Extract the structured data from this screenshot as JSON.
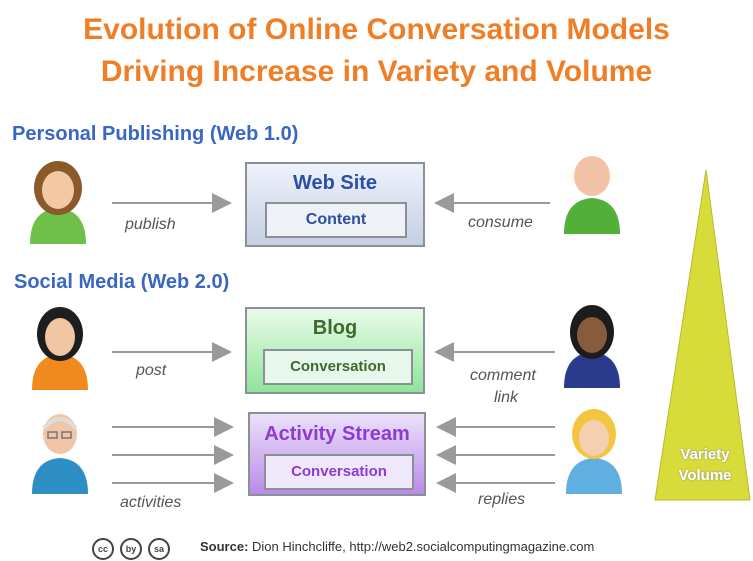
{
  "title": {
    "line1": "Evolution of Online Conversation Models",
    "line2": "Driving Increase in Variety and Volume"
  },
  "sections": {
    "web1": "Personal Publishing (Web 1.0)",
    "web2": "Social Media (Web 2.0)"
  },
  "boxes": {
    "website": {
      "title": "Web Site",
      "inner": "Content"
    },
    "blog": {
      "title": "Blog",
      "inner": "Conversation"
    },
    "stream": {
      "title": "Activity Stream",
      "inner": "Conversation"
    }
  },
  "labels": {
    "publish": "publish",
    "consume": "consume",
    "post": "post",
    "comment": "comment",
    "link": "link",
    "activities": "activities",
    "replies": "replies"
  },
  "triangle": {
    "line1": "Variety",
    "line2": "Volume"
  },
  "footer": {
    "cc_icons": [
      "cc",
      "by",
      "sa"
    ],
    "source_label": "Source:",
    "source_text": "Dion Hinchcliffe,  http://web2.socialcomputingmagazine.com"
  },
  "colors": {
    "title": "#f07e26",
    "section": "#3a66c4",
    "triangle": "#d8dc3a",
    "arrow": "#9a9a9a"
  }
}
